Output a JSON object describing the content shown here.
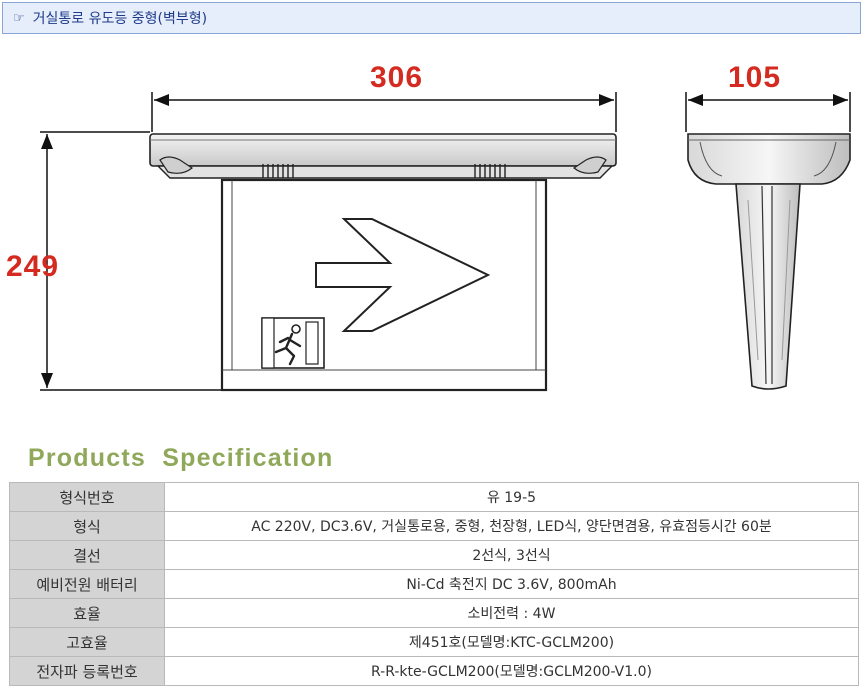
{
  "header": {
    "icon": "pointing-hand-icon",
    "title": "거실통로 유도등 중형(벽부형)"
  },
  "dimensions": {
    "width": "306",
    "depth": "105",
    "height": "249"
  },
  "spec": {
    "heading": "Products  Specification",
    "rows": [
      {
        "label": "형식번호",
        "value": "유 19-5"
      },
      {
        "label": "형식",
        "value": "AC 220V, DC3.6V, 거실통로용, 중형, 천장형, LED식, 양단면겸용, 유효점등시간 60분"
      },
      {
        "label": "결선",
        "value": "2선식, 3선식"
      },
      {
        "label": "예비전원 배터리",
        "value": "Ni-Cd 축전지 DC 3.6V, 800mAh"
      },
      {
        "label": "효율",
        "value": "소비전력 : 4W"
      },
      {
        "label": "고효율",
        "value": "제451호(모델명:KTC-GCLM200)"
      },
      {
        "label": "전자파 등록번호",
        "value": "R-R-kte-GCLM200(모델명:GCLM200-V1.0)"
      }
    ]
  },
  "colors": {
    "dimension_text": "#d42a20",
    "heading": "#8fa85a",
    "title_bar": "#e6eefb",
    "label_cell": "#d4d4d4"
  }
}
